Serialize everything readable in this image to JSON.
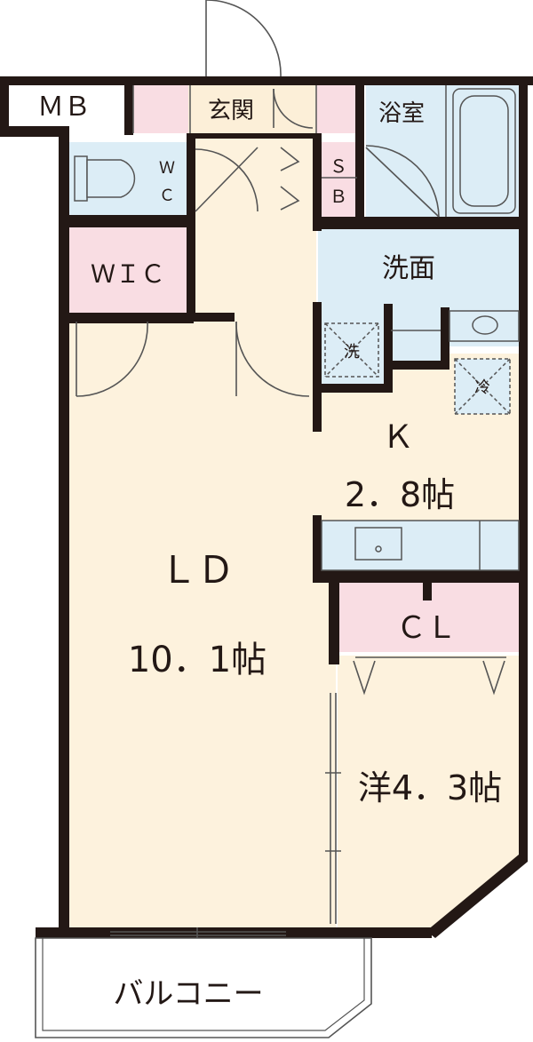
{
  "labels": {
    "mb": "ＭＢ",
    "entrance": "玄関",
    "bath": "浴室",
    "wc_w": "Ｗ",
    "wc_c": "Ｃ",
    "sb_s": "Ｓ",
    "sb_b": "Ｂ",
    "wic": "ＷＩＣ",
    "washroom": "洗面",
    "washer": "洗",
    "fridge": "冷",
    "kitchen": "Ｋ",
    "kitchen_size": "2．8帖",
    "ld": "ＬＤ",
    "ld_size": "10．1帖",
    "closet": "ＣＬ",
    "western_room": "洋4．3帖",
    "balcony": "バルコニー"
  },
  "colors": {
    "wall": "#231815",
    "floor": "#fdf2dd",
    "wet_area": "#dcedf6",
    "storage": "#f9dde3",
    "entrance_floor": "#fdf2dd",
    "line": "#555555"
  }
}
